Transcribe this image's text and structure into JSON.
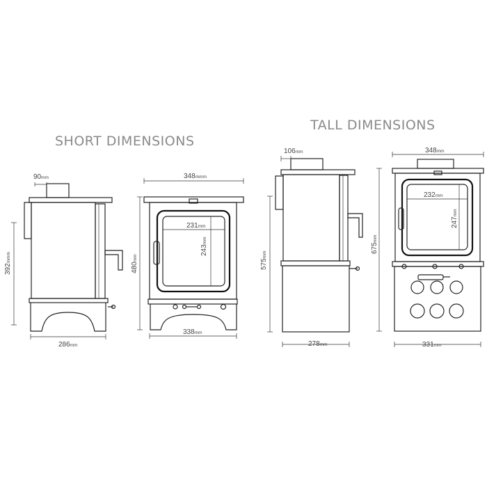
{
  "titles": {
    "short": "SHORT DIMENSIONS",
    "tall": "TALL DIMENSIONS"
  },
  "unit_mm": "mm",
  "unit_mm_alt": "mmm",
  "dimensions": {
    "short_flue_offset": "90",
    "short_height_side": "392",
    "short_depth": "286",
    "short_width_top": "348",
    "short_height_front": "480",
    "short_window_width": "231",
    "short_window_height": "243",
    "short_width_base": "338",
    "tall_flue_offset": "106",
    "tall_height_side": "575",
    "tall_depth": "278",
    "tall_width_top": "348",
    "tall_height_front": "675",
    "tall_window_width": "232",
    "tall_window_height": "247",
    "tall_width_base": "331"
  },
  "colors": {
    "line": "#222222",
    "title": "#8a8a8a",
    "label": "#444444"
  }
}
